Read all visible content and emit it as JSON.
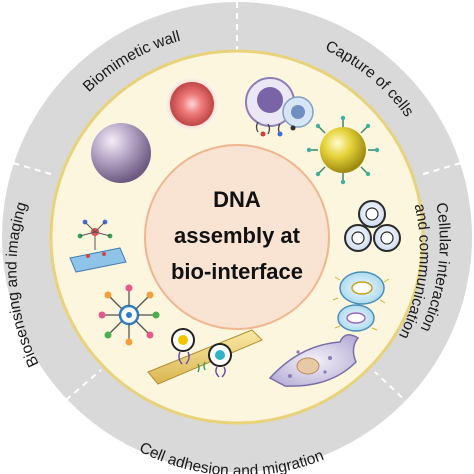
{
  "center": {
    "lines": [
      "DNA",
      "assembly at",
      "bio-interface"
    ]
  },
  "segments": [
    {
      "label": "Biomimetic wall"
    },
    {
      "label": "Capture of cells"
    },
    {
      "label_line1": "Cellular interaction",
      "label_line2": "and communication"
    },
    {
      "label": "Cell adhesion and migration"
    },
    {
      "label": "Biosensing and imaging"
    }
  ],
  "colors": {
    "outer_ring": "#d9d9d9",
    "inner_disc": "#fdf6df",
    "inner_border": "#e8d27a",
    "center_fill": "#f9e3d2",
    "center_border": "#efb68f",
    "divider": "#ffffff"
  },
  "icons": [
    "purple-sphere-icon",
    "red-cell-icon",
    "captured-cells-icon",
    "yellow-cell-icon",
    "triple-cell-icon",
    "bacteria-icon",
    "migrating-cell-icon",
    "adhesion-surface-icon",
    "dna-nanostructure-icon",
    "imaging-probe-icon"
  ]
}
